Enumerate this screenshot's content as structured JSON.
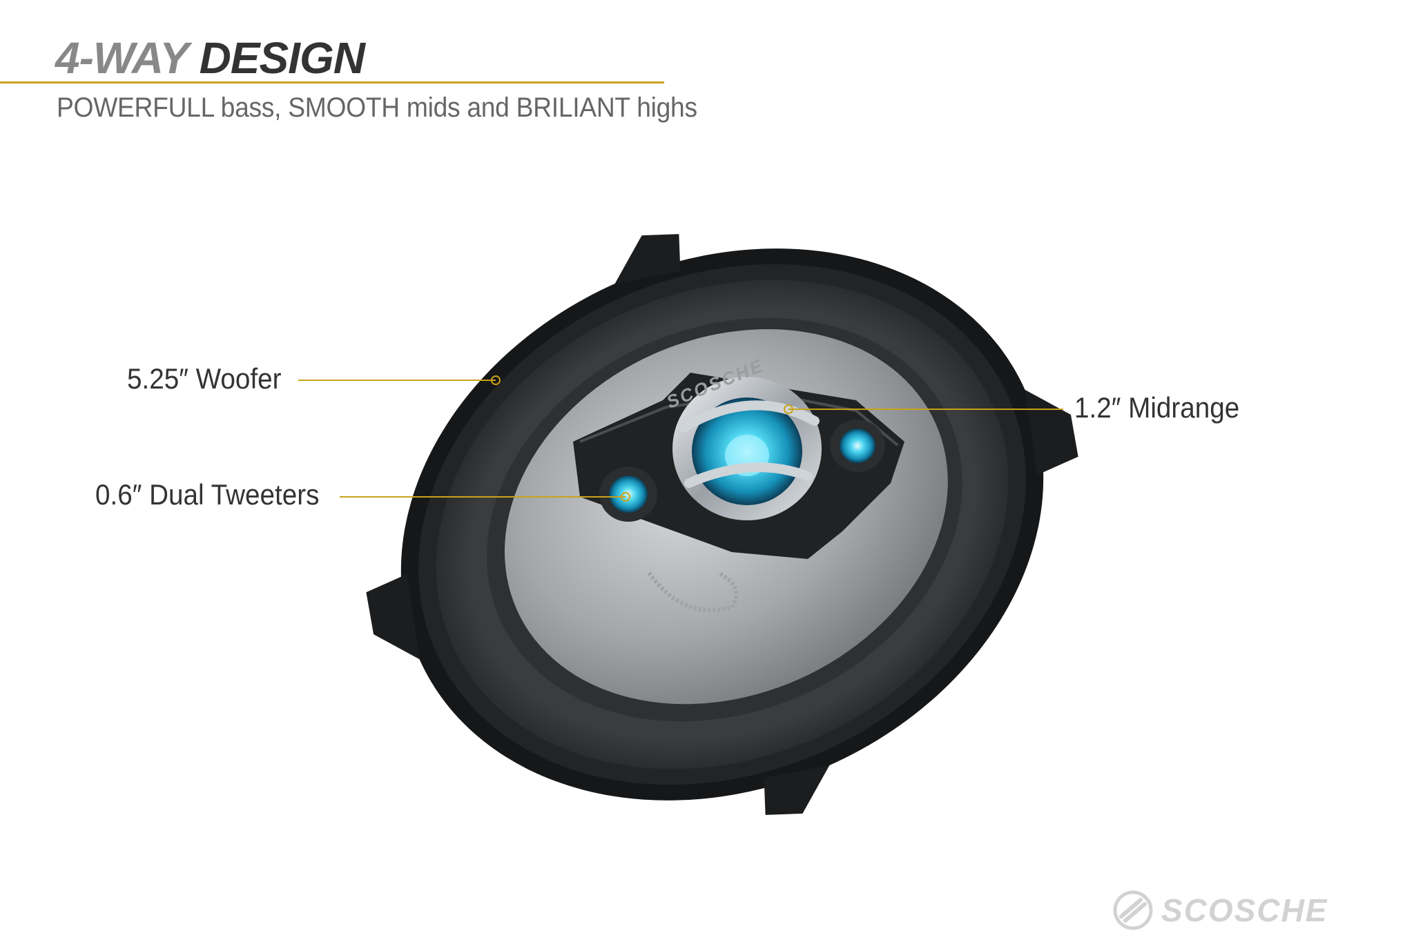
{
  "header": {
    "title_part1": "4-WAY",
    "title_part2": "DESIGN",
    "subtitle": "POWERFULL bass, SMOOTH mids and BRILIANT highs"
  },
  "callouts": {
    "woofer": "5.25″ Woofer",
    "midrange": "1.2″ Midrange",
    "tweeters": "0.6″ Dual Tweeters"
  },
  "speaker": {
    "badge": "SCOSCHE"
  },
  "brand": {
    "logo_text": "SCOSCHE",
    "logo_icon": "scosche-swoosh-icon"
  },
  "colors": {
    "accent": "#c9a21a",
    "glow": "#19c3e6"
  }
}
